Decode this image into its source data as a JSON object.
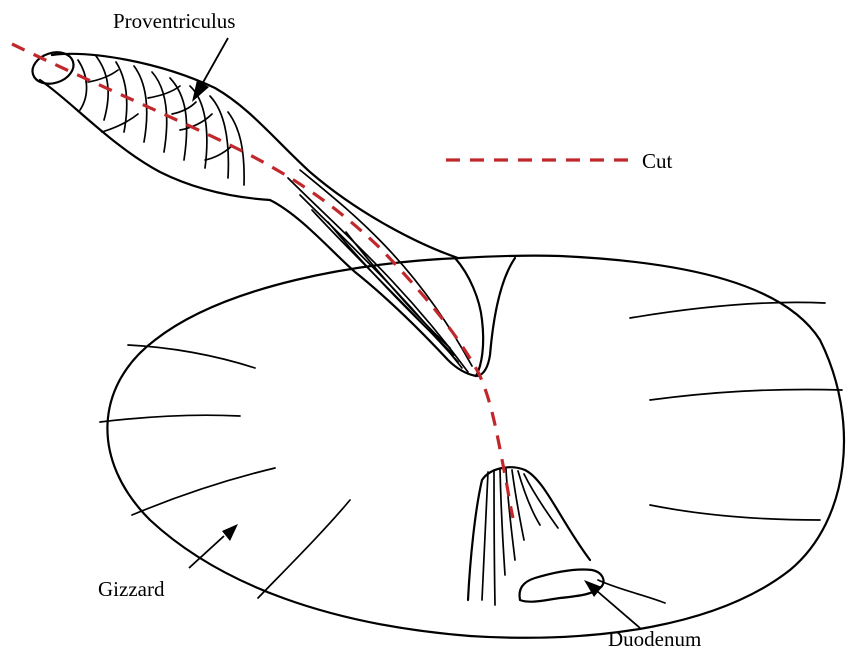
{
  "labels": {
    "proventriculus": "Proventriculus",
    "cut": "Cut",
    "gizzard": "Gizzard",
    "duodenum": "Duodenum"
  },
  "colors": {
    "cut_line": "#c0282b",
    "ink": "#000000",
    "background": "#ffffff"
  }
}
